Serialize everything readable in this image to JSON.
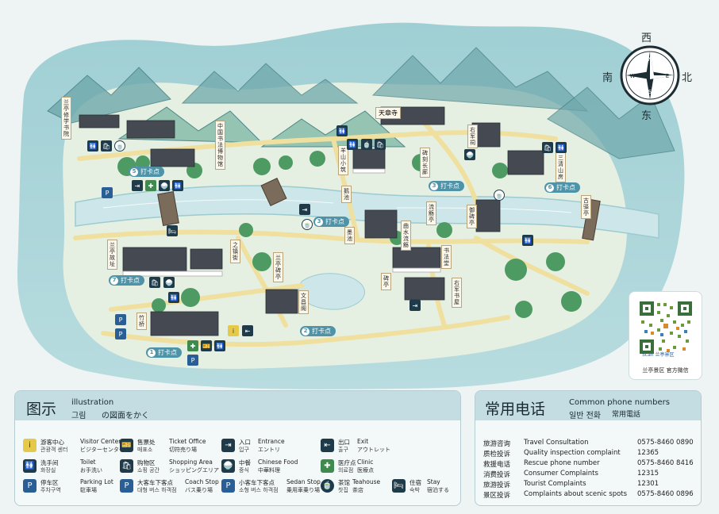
{
  "compass": {
    "north": "北",
    "south": "南",
    "east": "东",
    "west": "西",
    "rose_n": "N",
    "rose_s": "S",
    "rose_e": "E",
    "rose_w": "W"
  },
  "places": {
    "lanting_xiuxi": "兰亭修学书院",
    "zhongguo_shufa": "中国书法博物馆",
    "tianzhangsi": "天章寺",
    "yangshan_xiaozhu": "羊山小筑",
    "rongbei_lang": "碑刻长廊",
    "youjun_cisi": "右军祠",
    "sanqu_shanfang": "三清山房",
    "ya_chi": "鹅池",
    "quxian": "曲水流觞",
    "lan_ting": "兰亭碑亭",
    "liushang": "流觞亭",
    "youjun_shuwu": "右军书屋",
    "zhu_qiao": "竹桥",
    "tian_ting": "碑亭",
    "yuanzhou_qi": "御碑亭",
    "zhizhen_jie": "之镇街",
    "lanting_guanzhi": "兰亭故址",
    "shuifeng": "书法堂",
    "mozhi": "墨池",
    "wenchang": "文昌阁",
    "jingxiang": "古驿亭"
  },
  "checkins": [
    {
      "num": "1",
      "label": "打卡点"
    },
    {
      "num": "2",
      "label": "打卡点"
    },
    {
      "num": "3",
      "label": "打卡点"
    },
    {
      "num": "4",
      "label": "打卡点"
    },
    {
      "num": "5",
      "label": "打卡点"
    },
    {
      "num": "6",
      "label": "打卡点"
    },
    {
      "num": "7",
      "label": "打卡点"
    }
  ],
  "qr": {
    "caption": "兰亭景区 官方微信",
    "brand": "Scan 兰亭景区"
  },
  "legend": {
    "title": "图示",
    "subtitle_en": "illustration",
    "subtitle_ko": "그림",
    "subtitle_ja": "の図面をかく",
    "items": [
      {
        "zh": "游客中心",
        "ko": "관광객 센터",
        "en": "Visitor Center",
        "ja": "ビジターセンター",
        "icon": "i",
        "icon_name": "info-icon",
        "style": "yellow"
      },
      {
        "zh": "洗手间",
        "ko": "화장실",
        "en": "Toilet",
        "ja": "お手洗い",
        "icon": "🚻",
        "icon_name": "toilet-icon",
        "style": ""
      },
      {
        "zh": "停车区",
        "ko": "주차구역",
        "en": "Parking Lot",
        "ja": "駐車場",
        "icon": "P",
        "icon_name": "parking-icon",
        "style": "blue"
      },
      {
        "zh": "售票处",
        "ko": "매표소",
        "en": "Ticket Office",
        "ja": "切符売り場",
        "icon": "🎫",
        "icon_name": "ticket-icon",
        "style": ""
      },
      {
        "zh": "购物区",
        "ko": "쇼핑 공간",
        "en": "Shopping Area",
        "ja": "ショッピングエリア",
        "icon": "🛍",
        "icon_name": "shopping-icon",
        "style": ""
      },
      {
        "zh": "大客车下客点",
        "ko": "대형 버스 하객점",
        "en": "Coach Stop",
        "ja": "バス乗り場",
        "icon": "P",
        "icon_name": "coach-stop-icon",
        "style": "blue"
      },
      {
        "zh": "入口",
        "ko": "입구",
        "en": "Entrance",
        "ja": "エントリ",
        "icon": "⇥",
        "icon_name": "entrance-icon",
        "style": ""
      },
      {
        "zh": "中餐",
        "ko": "중식",
        "en": "Chinese Food",
        "ja": "中華料理",
        "icon": "🍚",
        "icon_name": "chinese-food-icon",
        "style": ""
      },
      {
        "zh": "小客车下客点",
        "ko": "소형 버스 하객점",
        "en": "Sedan Stop",
        "ja": "乗用車乗り場",
        "icon": "P",
        "icon_name": "sedan-stop-icon",
        "style": "blue"
      },
      {
        "zh": "出口",
        "ko": "출구",
        "en": "Exit",
        "ja": "アウトレット",
        "icon": "⇤",
        "icon_name": "exit-icon",
        "style": ""
      },
      {
        "zh": "医疗点",
        "ko": "의료점",
        "en": "Clinic",
        "ja": "医療点",
        "icon": "✚",
        "icon_name": "clinic-icon",
        "style": "green"
      },
      {
        "zh": "茶馆",
        "ko": "찻집",
        "en": "Teahouse",
        "ja": "茶店",
        "icon": "🍵",
        "icon_name": "teahouse-icon",
        "style": ""
      },
      {
        "zh": "住宿",
        "ko": "숙박",
        "en": "Stay",
        "ja": "宿泊する",
        "icon": "🛏",
        "icon_name": "stay-icon",
        "style": ""
      }
    ]
  },
  "phones": {
    "title": "常用电话",
    "subtitle_en": "Common phone numbers",
    "subtitle_ko": "일반 전화",
    "subtitle_ja": "常用電話",
    "rows": [
      {
        "zh": "旅游咨询",
        "en": "Travel Consultation",
        "num": "0575-8460 0890"
      },
      {
        "zh": "质检投诉",
        "en": "Quality inspection complaint",
        "num": "12365"
      },
      {
        "zh": "救援电话",
        "en": "Rescue phone number",
        "num": "0575-8460 8416"
      },
      {
        "zh": "消费投诉",
        "en": "Consumer Complaints",
        "num": "12315"
      },
      {
        "zh": "旅游投诉",
        "en": "Tourist Complaints",
        "num": "12301"
      },
      {
        "zh": "景区投诉",
        "en": "Complaints about scenic spots",
        "num": "0575-8460 0896"
      }
    ]
  },
  "colors": {
    "sea": "#a8d2d6",
    "land": "#e3efe4",
    "river": "#cfe7ea",
    "road": "#f1e3a5",
    "mountain": "#5f9fa3",
    "tree": "#4d9a63",
    "roof": "#3b3f46",
    "panel_header": "#c4dde2"
  }
}
